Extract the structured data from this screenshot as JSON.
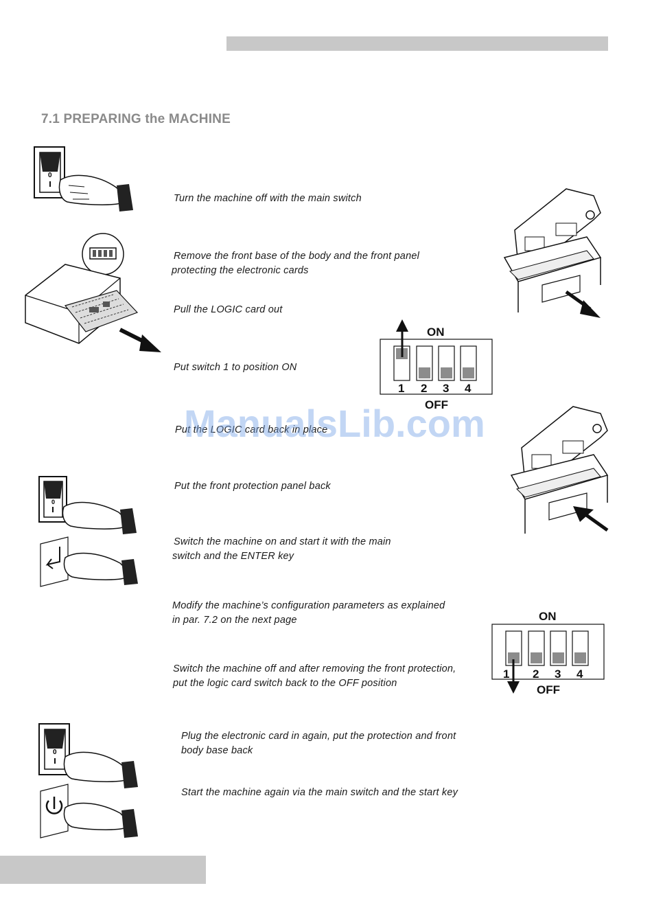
{
  "section": {
    "title": "7.1  PREPARING the MACHINE"
  },
  "steps": [
    {
      "lines": [
        "Turn the machine off with the main switch"
      ]
    },
    {
      "lines": [
        "Remove the front base of the body and the front panel",
        "protecting the electronic cards"
      ]
    },
    {
      "lines": [
        "Pull the LOGIC card out"
      ]
    },
    {
      "lines": [
        "Put switch 1 to position ON"
      ]
    },
    {
      "lines": [
        "Put the LOGIC card back in place"
      ]
    },
    {
      "lines": [
        "Put the front protection panel back"
      ]
    },
    {
      "lines": [
        "Switch the machine on and start it with the main",
        "switch and the ENTER key"
      ]
    },
    {
      "lines": [
        "Modify the machine’s configuration parameters as explained",
        " in par. 7.2 on the next page"
      ]
    },
    {
      "lines": [
        "Switch the machine off and after removing the front protection,",
        " put the logic card switch back to the OFF position"
      ]
    },
    {
      "lines": [
        "Plug the electronic card in again, put the protection and front",
        "body base back"
      ]
    },
    {
      "lines": [
        "Start the machine again via the main switch and the start key"
      ]
    }
  ],
  "dip_switch_1": {
    "on_label": "ON",
    "off_label": "OFF",
    "switch_numbers": [
      "1",
      "2",
      "3",
      "4"
    ]
  },
  "dip_switch_2": {
    "on_label": "ON",
    "off_label": "OFF",
    "switch_numbers": [
      "1",
      "2",
      "3",
      "4"
    ]
  },
  "watermark": "ManualsLib.com",
  "icons": [
    "main-switch-icon",
    "circuit-board-icon",
    "espresso-machine-icon",
    "enter-key-icon",
    "power-key-icon",
    "arrow-icon"
  ],
  "colors": {
    "header_bar": "#c8c8c8",
    "title": "#8a8a8a",
    "switch_fill": "#8c8c8c",
    "watermark": "#78a5e6"
  }
}
